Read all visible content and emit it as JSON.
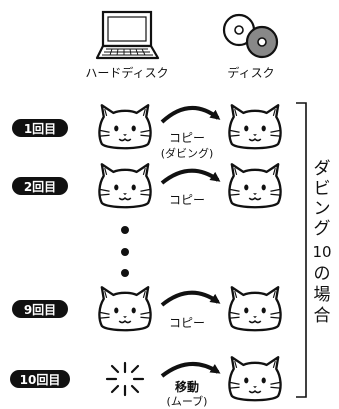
{
  "devices": {
    "hard_disk_label": "ハードディスク",
    "disc_label": "ディスク"
  },
  "rows": [
    {
      "count": "1回目",
      "action": "コピー",
      "sub": "(ダビング)"
    },
    {
      "count": "2回目",
      "action": "コピー",
      "sub": ""
    },
    {
      "count": "9回目",
      "action": "コピー",
      "sub": ""
    },
    {
      "count": "10回目",
      "action": "移動",
      "sub": "(ムーブ)"
    }
  ],
  "vertical_label_lines": [
    "ダ",
    "ビ",
    "ン",
    "グ",
    "10",
    "の",
    "場",
    "合"
  ]
}
